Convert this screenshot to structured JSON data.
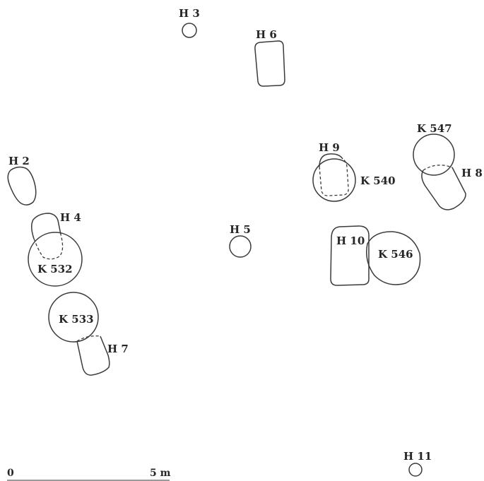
{
  "features": {
    "h2": "H 2",
    "h3": "H 3",
    "h4": "H 4",
    "h5": "H 5",
    "h6": "H 6",
    "h7": "H 7",
    "h8": "H 8",
    "h9": "H 9",
    "h10": "H 10",
    "h11": "H 11",
    "k532": "K 532",
    "k533": "K 533",
    "k540": "K 540",
    "k546": "K 546",
    "k547": "K 547"
  },
  "scale": {
    "start": "0",
    "end": "5 m"
  }
}
